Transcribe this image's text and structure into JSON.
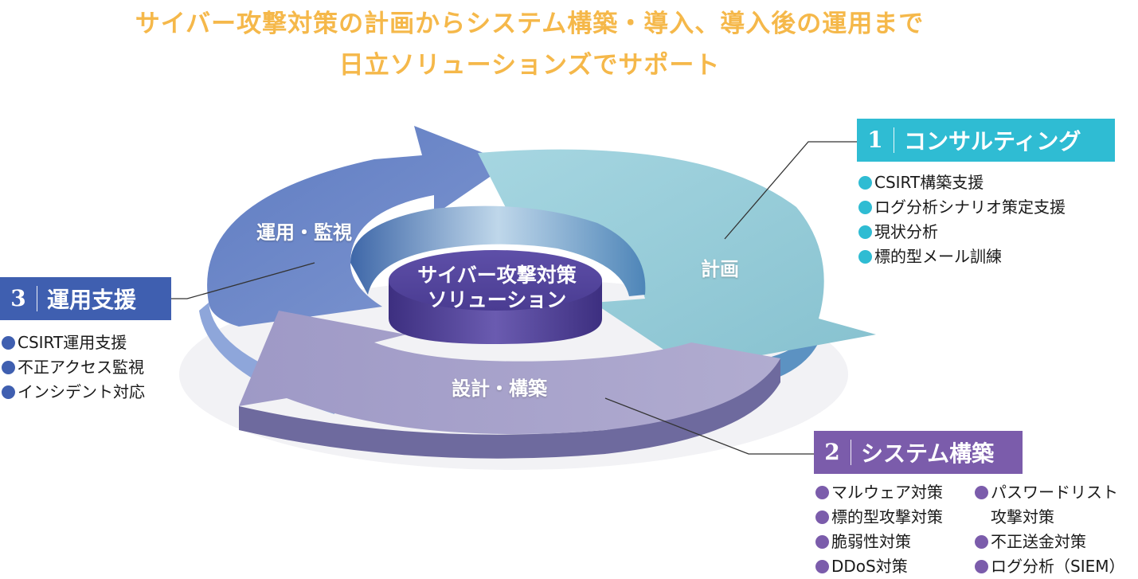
{
  "headline": {
    "line1": "サイバー攻撃対策の計画からシステム構築・導入、導入後の運用まで",
    "line2": "日立ソリューションズでサポート",
    "color": "#F5B84A"
  },
  "wheel": {
    "center_line1": "サイバー攻撃対策",
    "center_line2": "ソリューション",
    "segments": {
      "plan": "計画",
      "build": "設計・構築",
      "operate": "運用・監視"
    },
    "colors": {
      "plan": "#8FC8D6",
      "build": "#A7A2C9",
      "operate": "#6F88C8",
      "core": "#5A4A9E"
    }
  },
  "callouts": {
    "consulting": {
      "number": "1",
      "title": "コンサルティング",
      "color": "#2FBCD3",
      "items": [
        "CSIRT構築支援",
        "ログ分析シナリオ策定支援",
        "現状分析",
        "標的型メール訓練"
      ]
    },
    "system": {
      "number": "2",
      "title": "システム構築",
      "color": "#7B5CAB",
      "items_col1": [
        "マルウェア対策",
        "標的型攻撃対策",
        "脆弱性対策",
        "DDoS対策"
      ],
      "items_col2": [
        "パスワードリスト",
        "攻撃対策",
        "不正送金対策",
        "ログ分析（SIEM）"
      ]
    },
    "operation": {
      "number": "3",
      "title": "運用支援",
      "color": "#3F5FB0",
      "items": [
        "CSIRT運用支援",
        "不正アクセス監視",
        "インシデント対応"
      ]
    }
  }
}
